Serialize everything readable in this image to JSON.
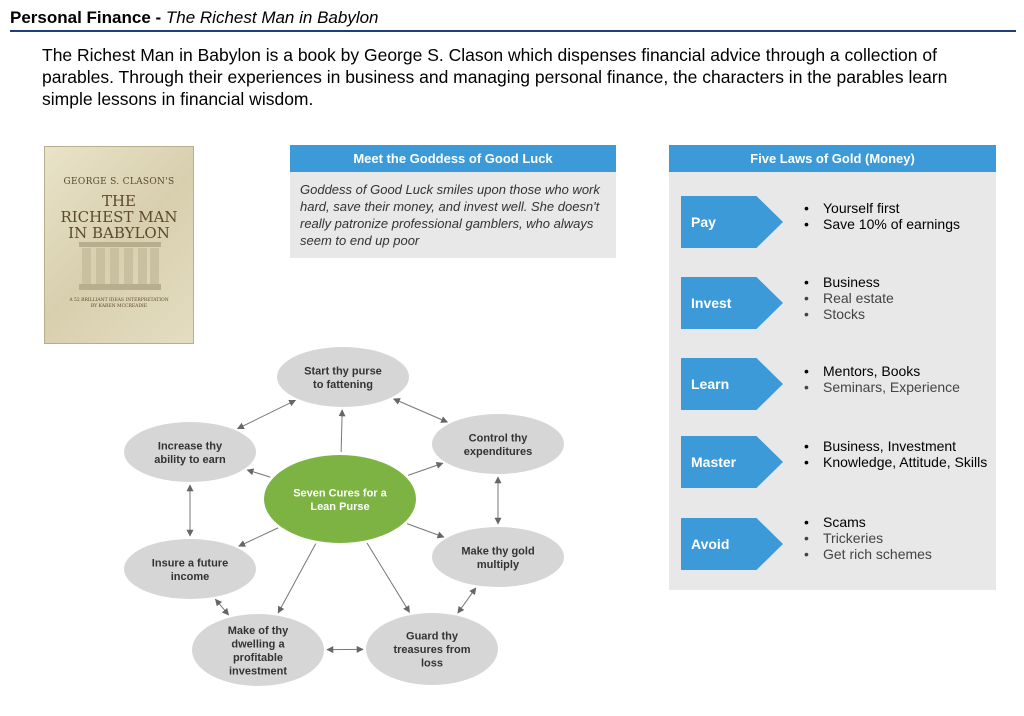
{
  "header": {
    "title": "Personal Finance - ",
    "subtitle": "The Richest Man in Babylon"
  },
  "intro": "The Richest Man in Babylon is a book by George S. Clason which dispenses financial advice through a collection of parables. Through their experiences in business and managing personal finance, the characters in the parables learn simple lessons in financial wisdom.",
  "book_cover": {
    "author": "GEORGE S. CLASON'S",
    "title_line1": "THE",
    "title_line2": "RICHEST MAN",
    "title_line3": "IN BABYLON",
    "blurb_line1": "A 52 BRILLIANT IDEAS INTERPRETATION",
    "blurb_line2": "BY KAREN MCCREADIE"
  },
  "goddess": {
    "heading": "Meet the Goddess of Good Luck",
    "body": "Goddess of Good Luck smiles upon those who work hard, save their money, and invest well. She doesn't really patronize professional gamblers, who always seem to end up poor"
  },
  "laws": {
    "heading": "Five Laws of Gold (Money)",
    "items": [
      {
        "label": "Pay",
        "bullets": [
          {
            "text": "Yourself first",
            "tone": "dark"
          },
          {
            "text": "Save 10% of earnings",
            "tone": "dark"
          }
        ]
      },
      {
        "label": "Invest",
        "bullets": [
          {
            "text": "Business",
            "tone": "dark"
          },
          {
            "text": "Real estate",
            "tone": "gray"
          },
          {
            "text": "Stocks",
            "tone": "gray"
          }
        ]
      },
      {
        "label": "Learn",
        "bullets": [
          {
            "text": "Mentors, Books",
            "tone": "dark"
          },
          {
            "text": "Seminars, Experience",
            "tone": "gray"
          }
        ]
      },
      {
        "label": "Master",
        "bullets": [
          {
            "text": "Business, Investment",
            "tone": "dark"
          },
          {
            "text": "Knowledge, Attitude, Skills",
            "tone": "dark"
          }
        ]
      },
      {
        "label": "Avoid",
        "bullets": [
          {
            "text": "Scams",
            "tone": "dark"
          },
          {
            "text": "Trickeries",
            "tone": "gray"
          },
          {
            "text": "Get rich schemes",
            "tone": "gray"
          }
        ]
      }
    ]
  },
  "cures": {
    "center": [
      "Seven Cures for a",
      "Lean Purse"
    ],
    "nodes": [
      [
        "Start thy purse",
        "to fattening"
      ],
      [
        "Control thy",
        "expenditures"
      ],
      [
        "Make thy gold",
        "multiply"
      ],
      [
        "Guard thy",
        "treasures from",
        "loss"
      ],
      [
        "Make of thy",
        "dwelling a",
        "profitable",
        "investment"
      ],
      [
        "Insure a future",
        "income"
      ],
      [
        "Increase thy",
        "ability to earn"
      ]
    ]
  },
  "colors": {
    "accent_blue": "#3d9ad9",
    "panel_gray": "#e8e8e8",
    "node_gray": "#d6d6d6",
    "center_green": "#7cb342",
    "header_rule": "#1f3f7a"
  }
}
